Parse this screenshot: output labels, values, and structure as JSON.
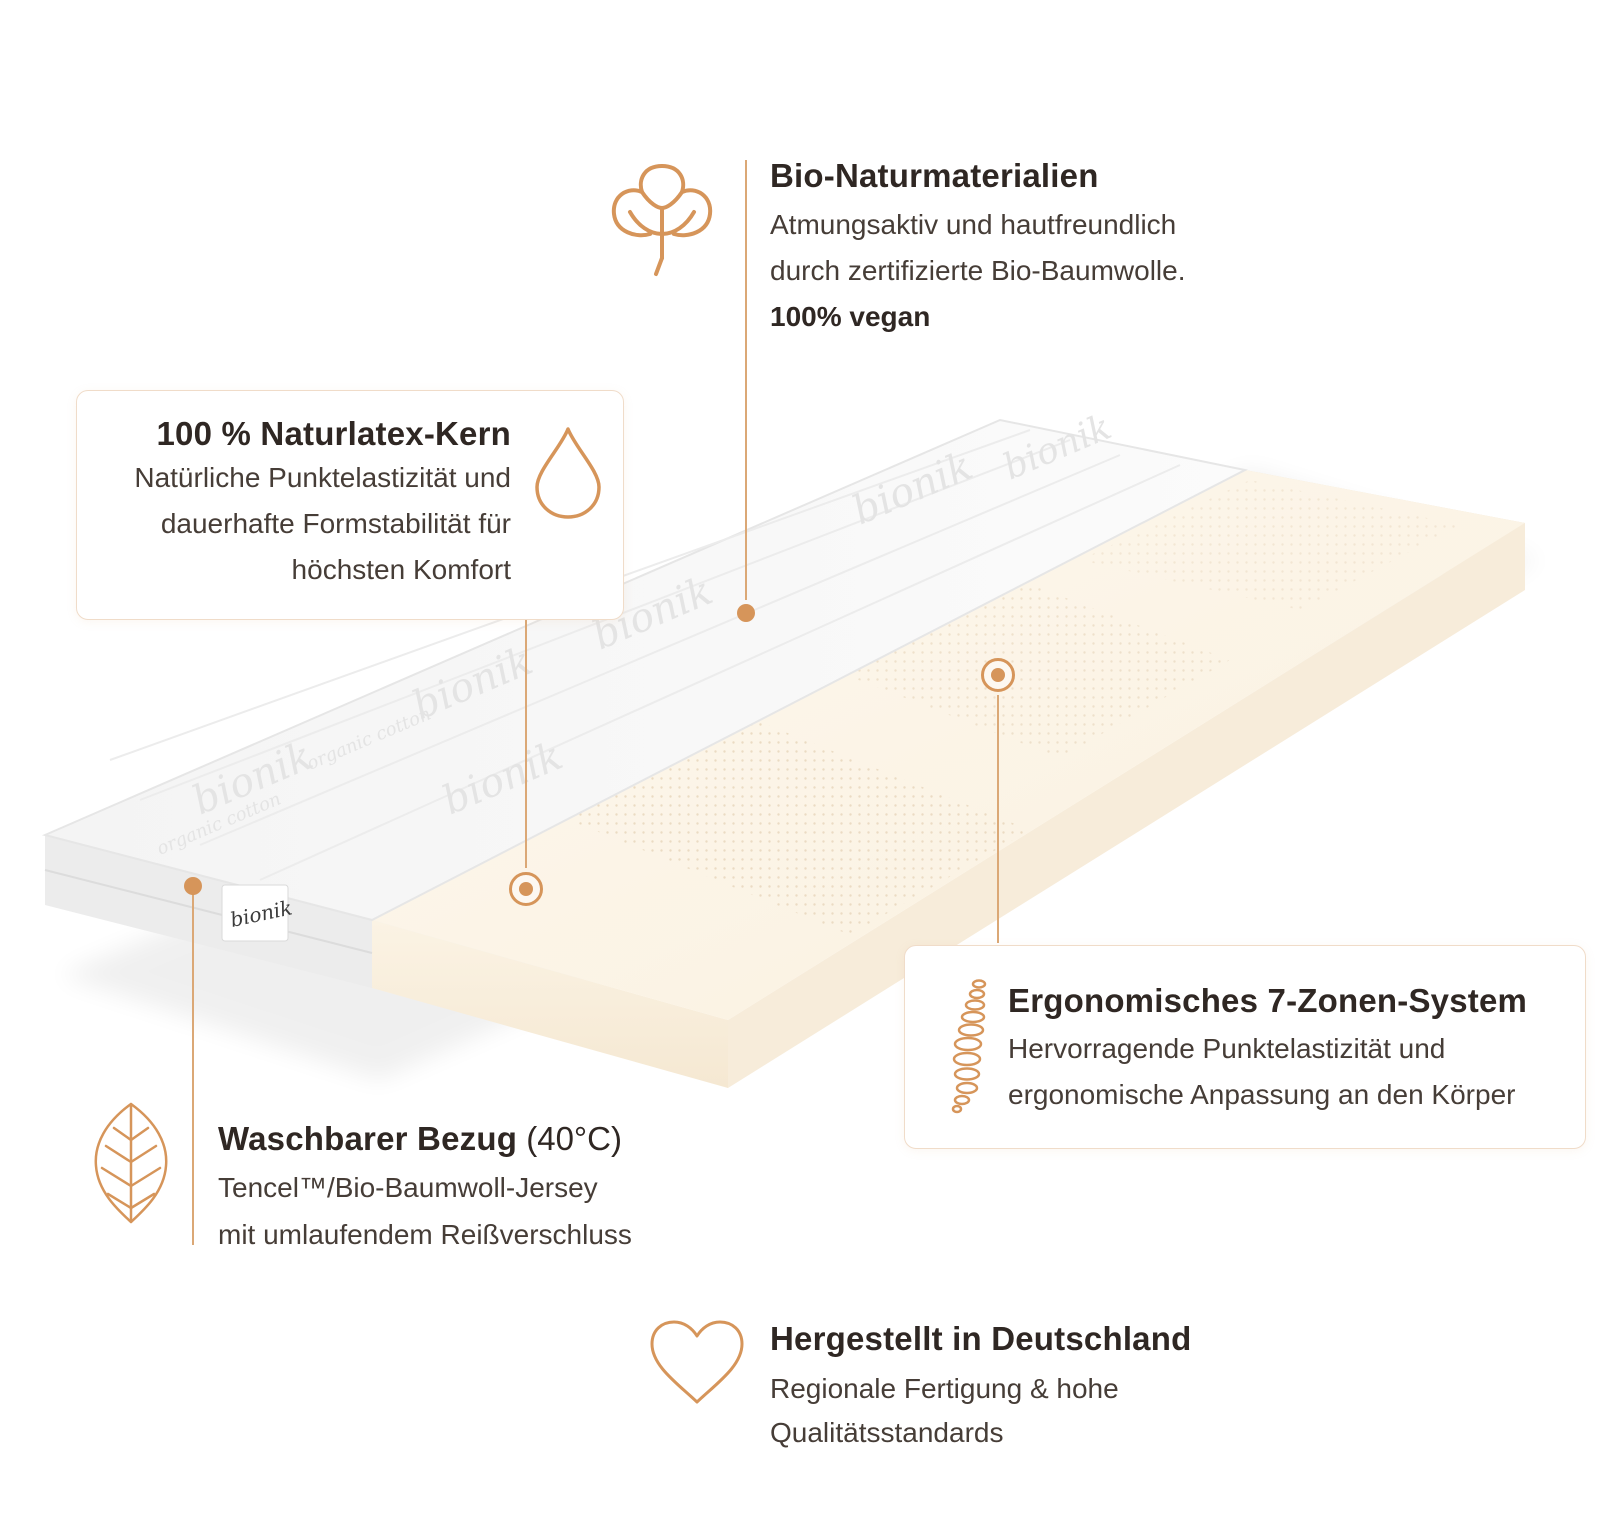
{
  "features": {
    "bio": {
      "icon": "cotton-icon",
      "title": "Bio-Naturmaterialien",
      "line1": "Atmungsaktiv und hautfreundlich",
      "line2": "durch zertifizierte Bio-Baumwolle.",
      "line3": "100% vegan"
    },
    "latex": {
      "icon": "drop-icon",
      "title": "100 % Naturlatex-Kern",
      "line1": "Natürliche Punktelastizität und",
      "line2": "dauerhafte Formstabilität für",
      "line3": "höchsten Komfort"
    },
    "zones": {
      "icon": "spine-icon",
      "title": "Ergonomisches 7-Zonen-System",
      "line1": "Hervorragende Punktelastizität und",
      "line2": "ergonomische Anpassung an den Körper"
    },
    "cover": {
      "icon": "leaf-icon",
      "title": "Waschbarer Bezug",
      "title_suffix": " (40°C)",
      "line1": "Tencel™/Bio-Baumwoll-Jersey",
      "line2": "mit umlaufendem Reißverschluss"
    },
    "germany": {
      "icon": "heart-icon",
      "title": "Hergestellt in Deutschland",
      "line1": "Regionale Fertigung & hohe",
      "line2": "Qualitätsstandards"
    }
  },
  "product": {
    "brand_label": "bionik",
    "fabric_print_1": "bionik",
    "fabric_print_2": "organic cotton"
  },
  "colors": {
    "accent": "#d6955a",
    "card_border": "#f0dcc9",
    "latex": "#fbf3e6",
    "text": "#2f2723"
  }
}
